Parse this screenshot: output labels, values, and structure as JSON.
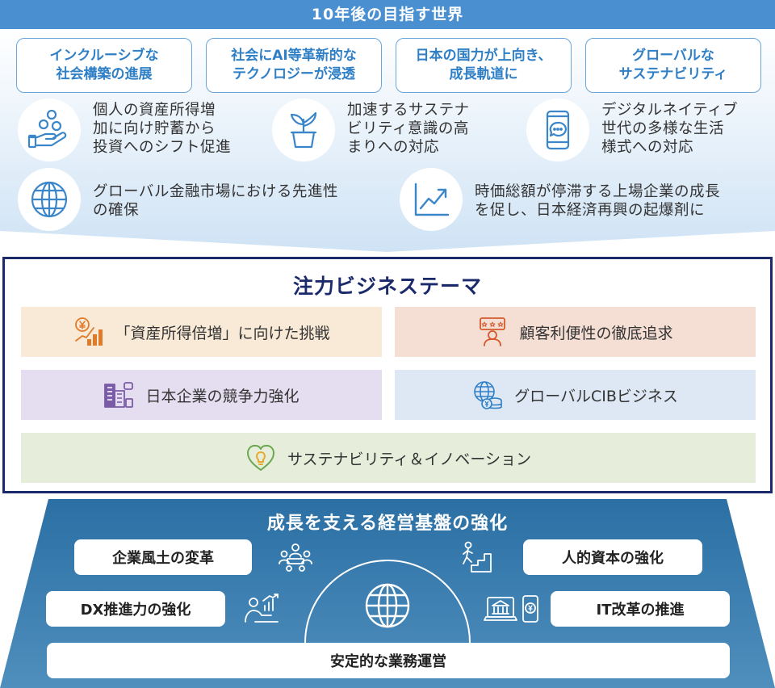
{
  "top": {
    "title": "10年後の目指す世界",
    "goals": [
      {
        "line1": "インクルーシブな",
        "line2": "社会構築の進展"
      },
      {
        "line1": "社会にAI等革新的な",
        "line2": "テクノロジーが浸透"
      },
      {
        "line1": "日本の国力が上向き、",
        "line2": "成長軌道に"
      },
      {
        "line1": "グローバルな",
        "line2": "サステナビリティ"
      }
    ],
    "points": [
      {
        "lines": [
          "個人の資産所得増",
          "加に向け貯蓄から",
          "投資へのシフト促進"
        ],
        "icon": "coins-hand-icon"
      },
      {
        "lines": [
          "加速するサステナ",
          "ビリティ意識の高",
          "まりへの対応"
        ],
        "icon": "sprout-pot-icon"
      },
      {
        "lines": [
          "デジタルネイティブ",
          "世代の多様な生活",
          "様式への対応"
        ],
        "icon": "smartphone-chat-icon"
      },
      {
        "lines": [
          "グローバル金融市場における先進性",
          "の確保"
        ],
        "icon": "globe-icon"
      },
      {
        "lines": [
          "時価総額が停滞する上場企業の成長",
          "を促し、日本経済再興の起爆剤に"
        ],
        "icon": "growth-chart-icon"
      }
    ],
    "colors": {
      "banner": "#4a90d0",
      "bg_top": "#ffffff",
      "bg_bottom": "#d4e6f6",
      "goal_text": "#2f7fc6"
    }
  },
  "middle": {
    "title": "注力ビジネステーマ",
    "themes": [
      {
        "label": "「資産所得倍増」に向けた挑戦",
        "icon": "yen-growth-icon",
        "color": "#f8ead6"
      },
      {
        "label": "顧客利便性の徹底追求",
        "icon": "customer-rating-icon",
        "color": "#f5ded3"
      },
      {
        "label": "日本企業の競争力強化",
        "icon": "company-building-icon",
        "color": "#e5def0"
      },
      {
        "label": "グローバルCIBビジネス",
        "icon": "globe-coins-icon",
        "color": "#dde8f4"
      },
      {
        "label": "サステナビリティ＆イノベーション",
        "icon": "heart-bulb-icon",
        "color": "#e6eedb"
      }
    ],
    "colors": {
      "border": "#1b2a6b",
      "title": "#1b2a6b"
    }
  },
  "bottom": {
    "title": "成長を支える経営基盤の強化",
    "items": {
      "culture": "企業風土の変革",
      "people": "人的資本の強化",
      "dx": "DX推進力の強化",
      "it": "IT改革の推進",
      "operations": "安定的な業務運営"
    },
    "icons": [
      "meeting-icon",
      "climbing-stairs-icon",
      "person-chart-icon",
      "bank-laptop-icon",
      "globe-icon"
    ],
    "colors": {
      "top": "#2b6fa4",
      "bottom": "#4f8fbd"
    }
  }
}
